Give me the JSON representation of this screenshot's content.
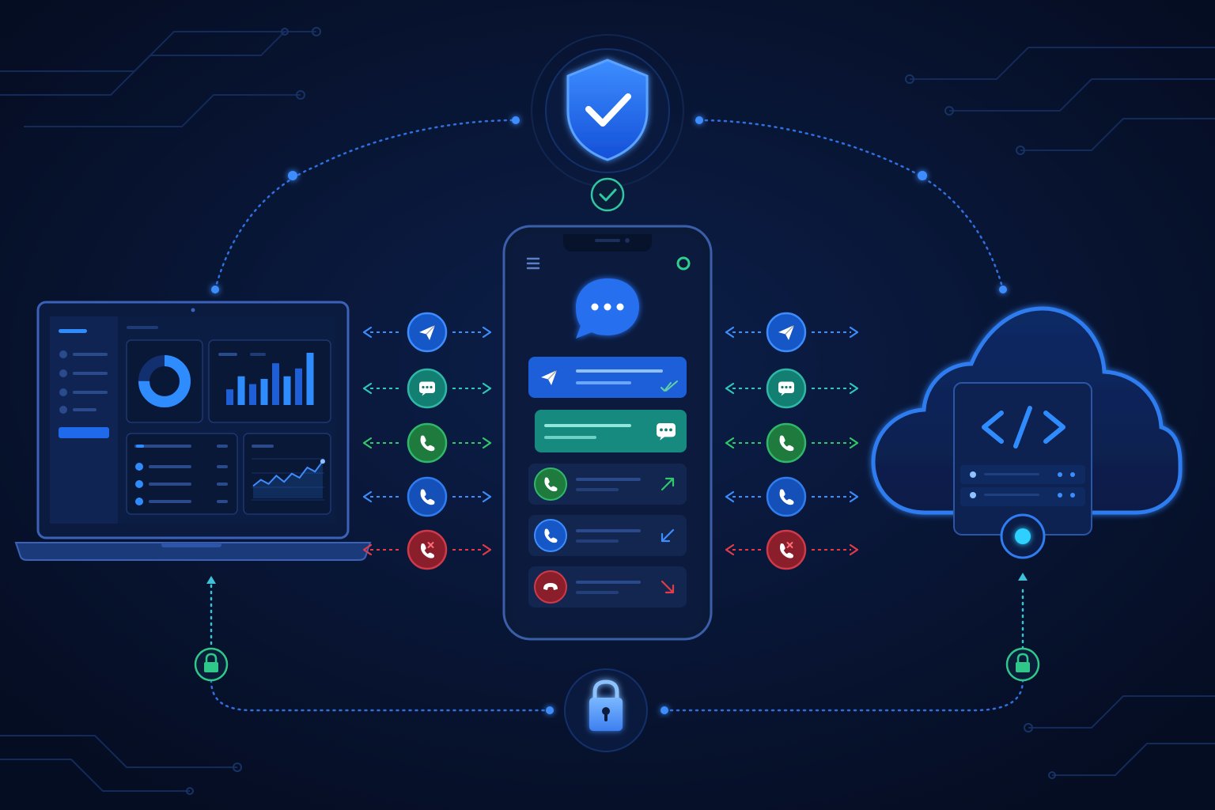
{
  "colors": {
    "background": "#07122b",
    "blue": "#1e6bf0",
    "accent_blue": "#2f8cff",
    "cyan": "#2fd0ff",
    "teal": "#1b9c8c",
    "green": "#2eb86a",
    "red": "#e23b4a",
    "panel": "#0d2250"
  },
  "icons": {
    "security": "shield-check-icon",
    "verified": "check-circle-icon",
    "encryption": "padlock-icon",
    "cloud_code": "code-brackets-icon",
    "app_chat": "chat-bubble-icon",
    "menu": "hamburger-icon",
    "status": "online-dot-icon"
  },
  "channels": [
    {
      "kind": "telegram",
      "icon": "paper-plane-icon",
      "color": "#1e6bf0"
    },
    {
      "kind": "chat",
      "icon": "chat-bubble-icon",
      "color": "#1b9c8c"
    },
    {
      "kind": "voice-call",
      "icon": "phone-icon",
      "color": "#2eb86a"
    },
    {
      "kind": "call",
      "icon": "phone-icon",
      "color": "#1e6bf0"
    },
    {
      "kind": "declined-call",
      "icon": "phone-declined-icon",
      "color": "#e23b4a"
    }
  ],
  "phone_list": [
    {
      "kind": "telegram-message",
      "icon": "paper-plane-icon",
      "status": "double-check-icon"
    },
    {
      "kind": "chat-message",
      "icon": "chat-bubble-icon"
    },
    {
      "kind": "outgoing-call",
      "icon": "phone-icon",
      "direction": "arrow-up-right-icon"
    },
    {
      "kind": "incoming-call",
      "icon": "phone-icon",
      "direction": "arrow-down-left-icon"
    },
    {
      "kind": "missed-call",
      "icon": "phone-hangup-icon",
      "direction": "arrow-down-right-icon"
    }
  ],
  "dashboard": {
    "donut_fraction": 0.75,
    "bars": [
      0.3,
      0.55,
      0.4,
      0.5,
      0.8,
      0.55,
      0.7,
      1.0
    ],
    "line": [
      0.3,
      0.45,
      0.35,
      0.55,
      0.4,
      0.6,
      0.5,
      0.75,
      0.65,
      0.9
    ]
  }
}
